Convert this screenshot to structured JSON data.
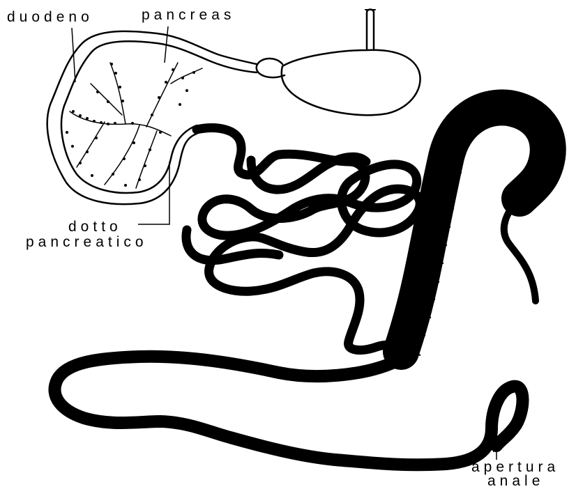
{
  "labels": {
    "duodeno": "duodeno",
    "pancreas": "pancreas",
    "dotto_line1": "dotto",
    "dotto_line2": "pancreatico",
    "apertura_line1": "apertura",
    "apertura_line2": "anale"
  },
  "colors": {
    "ink": "#000000",
    "background": "#ffffff"
  }
}
